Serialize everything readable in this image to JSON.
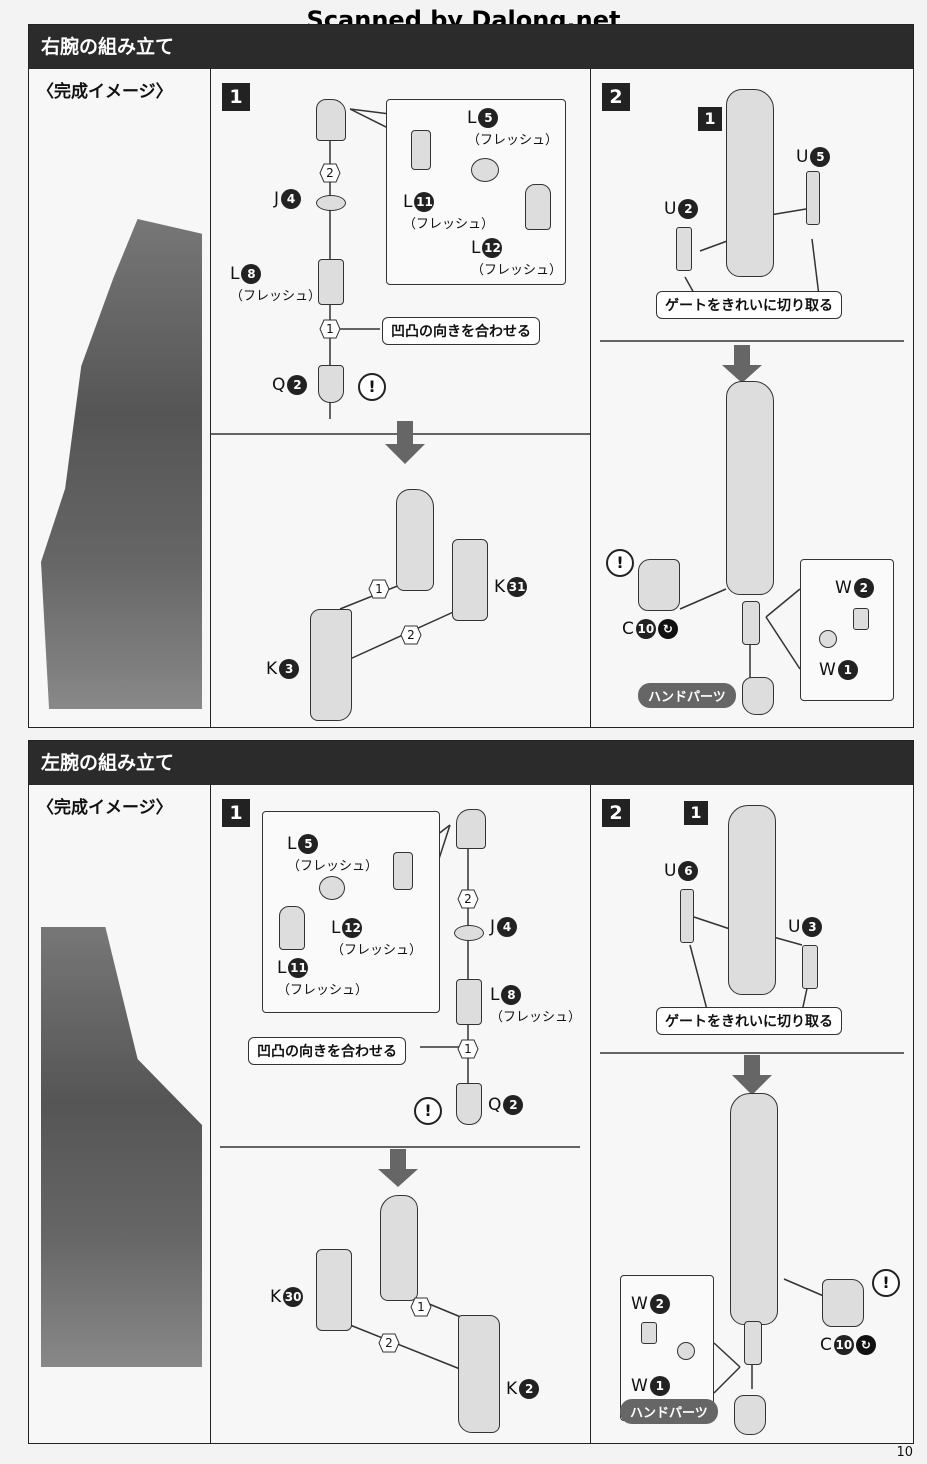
{
  "watermark": "Scanned by Dalong.net",
  "page_number": "10",
  "labels": {
    "flesh": "（フレッシュ）",
    "align_notch": "凹凸の向きを合わせる",
    "cut_gate": "ゲートをきれいに切り取る",
    "hand_parts": "ハンドパーツ",
    "complete_image": "〈完成イメージ〉",
    "warn": "!"
  },
  "right_arm": {
    "title": "右腕の組み立て",
    "step1": {
      "num": "1",
      "parts": [
        "L",
        "J",
        "L",
        "Q",
        "K",
        "K"
      ],
      "part_nums": [
        "5",
        "11",
        "12",
        "4",
        "8",
        "2",
        "31",
        "3"
      ],
      "order": [
        "2",
        "1",
        "1",
        "2"
      ]
    },
    "step2": {
      "num": "2",
      "sub_num": "1",
      "parts": [
        "U",
        "U",
        "C",
        "W",
        "W"
      ],
      "part_nums": [
        "5",
        "2",
        "10",
        "2",
        "1"
      ]
    }
  },
  "left_arm": {
    "title": "左腕の組み立て",
    "step1": {
      "num": "1",
      "parts": [
        "L",
        "L",
        "L",
        "J",
        "L",
        "Q",
        "K",
        "K"
      ],
      "part_nums": [
        "5",
        "12",
        "11",
        "4",
        "8",
        "2",
        "30",
        "2"
      ],
      "order": [
        "2",
        "1",
        "1",
        "2"
      ]
    },
    "step2": {
      "num": "2",
      "sub_num": "1",
      "parts": [
        "U",
        "U",
        "W",
        "W",
        "C"
      ],
      "part_nums": [
        "6",
        "3",
        "2",
        "1",
        "10"
      ]
    }
  }
}
